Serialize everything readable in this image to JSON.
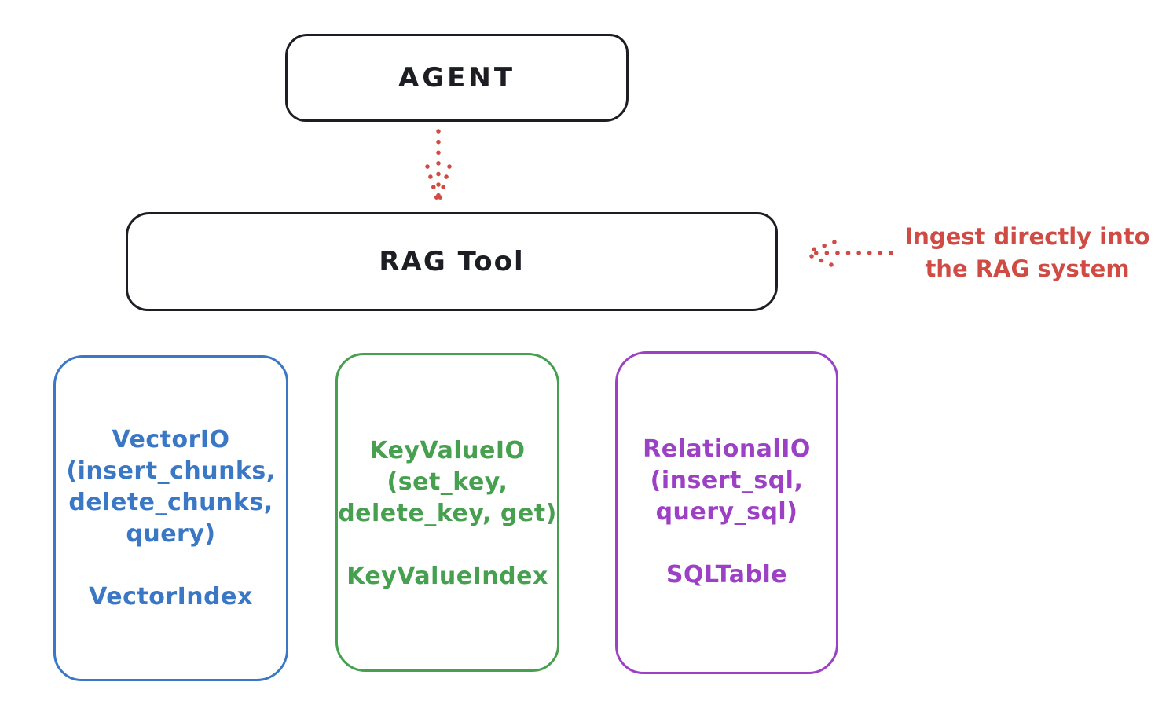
{
  "colors": {
    "black": "#1d1d24",
    "red": "#d04b43",
    "blue": "#3a78c6",
    "green": "#46a04f",
    "purple": "#9d41c4",
    "background": "#ffffff"
  },
  "nodes": {
    "agent": {
      "label": "AGENT"
    },
    "rag_tool": {
      "label": "RAG Tool"
    },
    "vector_io": {
      "lines": [
        "VectorIO",
        "(insert_chunks,",
        "delete_chunks,",
        "query)"
      ],
      "index_label": "VectorIndex",
      "color": "#3a78c6"
    },
    "key_value_io": {
      "lines": [
        "KeyValueIO",
        "(set_key,",
        "delete_key, get)"
      ],
      "index_label": "KeyValueIndex",
      "color": "#46a04f"
    },
    "relational_io": {
      "lines": [
        "RelationalIO",
        "(insert_sql,",
        "query_sql)"
      ],
      "index_label": "SQLTable",
      "color": "#9d41c4"
    }
  },
  "annotation": {
    "lines": [
      "Ingest directly into",
      "the RAG system"
    ],
    "color": "#d04b43"
  },
  "arrows": [
    {
      "name": "agent-to-rag-tool",
      "style": "dotted",
      "direction": "down",
      "color": "#d04b43"
    },
    {
      "name": "ingest-into-rag-tool",
      "style": "dotted",
      "direction": "left",
      "color": "#d04b43"
    }
  ]
}
